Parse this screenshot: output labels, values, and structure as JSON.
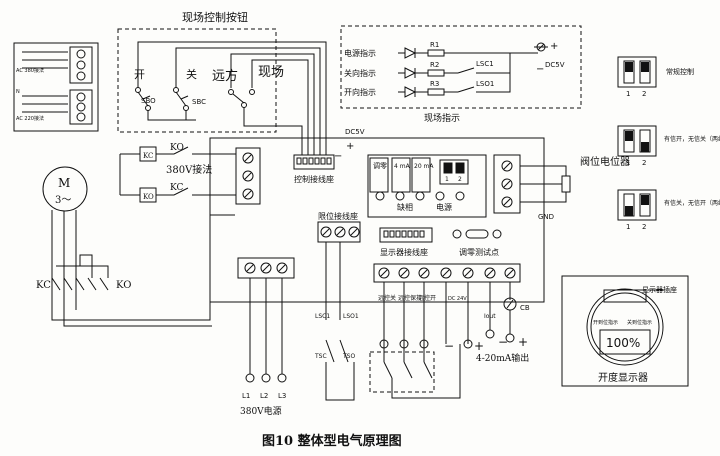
{
  "title": "现场控制按钮",
  "caption": "图10  整体型电气原理图",
  "buttons": {
    "open": "开",
    "close": "关",
    "remote": "远方",
    "local": "现场",
    "sbo": "SBO",
    "sbc": "SBC"
  },
  "indicator": {
    "title": "现场指示",
    "rows": [
      "电源指示",
      "关向指示",
      "开向指示"
    ],
    "resistors": [
      "R1",
      "R2",
      "R3"
    ],
    "switches": [
      "LSC1",
      "LSO1"
    ],
    "plus": "+",
    "minus": "−",
    "voltage": "DC5V"
  },
  "mini": {
    "ac380": "AC 380接法",
    "ac220": "AC 220接法",
    "n": "N"
  },
  "motor": {
    "m": "M",
    "phase": "3～"
  },
  "contactor": {
    "ko": "KO",
    "kc": "KC",
    "wiring380": "380V接法"
  },
  "terminals": {
    "dc5v": "DC5V",
    "plus": "+",
    "minus": "−",
    "control": "控制接线座",
    "limit": "限位接线座",
    "display": "显示器接线座",
    "zero_test": "调零测试点",
    "ground": "GND"
  },
  "board": {
    "adjust": "调零",
    "ma4": "4 mA",
    "ma20": "20 mA",
    "lack_phase": "缺相",
    "power": "电源",
    "dip": [
      "1",
      "2"
    ]
  },
  "pot_label": "阀位电位器",
  "bottom": {
    "bt": [
      "远控关",
      "远控保持",
      "远控开"
    ],
    "dc24": "DC 24V",
    "iout": "Iout",
    "cb": "CB",
    "output": "4-20mA输出",
    "lsc1": "LSC1",
    "lso1": "LSO1",
    "tsc": "TSC",
    "tso": "TSO",
    "lines": [
      "L1",
      "L2",
      "L3"
    ],
    "power": "380V电源",
    "plus": "+",
    "minus": "−"
  },
  "modes": [
    {
      "text": "常规控制",
      "fill": [
        true,
        true
      ]
    },
    {
      "text": "有信开，无信关（两线控制）",
      "fill": [
        true,
        false
      ]
    },
    {
      "text": "有信关，无信开（两线控制）",
      "fill": [
        false,
        true
      ]
    }
  ],
  "dip_digits": [
    "1",
    "2"
  ],
  "display": {
    "header": "显示器插座",
    "open_ind": "开到位指示",
    "close_ind": "关到位指示",
    "value": "100%",
    "name": "开度显示器"
  }
}
